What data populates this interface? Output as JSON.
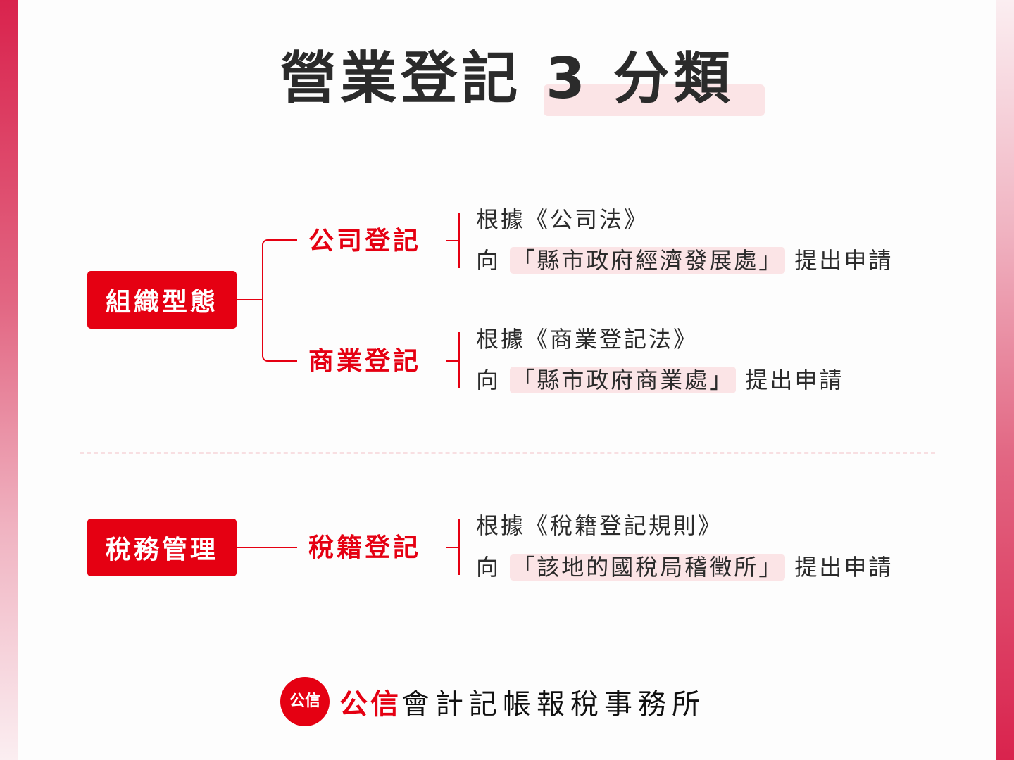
{
  "title": "營業登記 3 分類",
  "colors": {
    "accent": "#e50012",
    "highlight": "#fbe4e6",
    "text": "#2b2b2b"
  },
  "groups": [
    {
      "category": "組織型態",
      "registrations": [
        {
          "label": "公司登記",
          "basis": "根據《公司法》",
          "prefix": "向",
          "authority": "「縣市政府經濟發展處」",
          "suffix": "提出申請"
        },
        {
          "label": "商業登記",
          "basis": "根據《商業登記法》",
          "prefix": "向",
          "authority": "「縣市政府商業處」",
          "suffix": "提出申請"
        }
      ]
    },
    {
      "category": "稅務管理",
      "registrations": [
        {
          "label": "稅籍登記",
          "basis": "根據《稅籍登記規則》",
          "prefix": "向",
          "authority": "「該地的國稅局稽徵所」",
          "suffix": "提出申請"
        }
      ]
    }
  ],
  "footer": {
    "logo_text": "公信",
    "brand_red": "公信",
    "brand_black": "會計記帳報稅事務所"
  }
}
